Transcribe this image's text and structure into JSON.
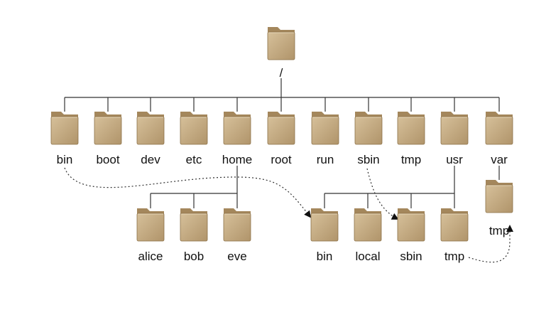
{
  "root": {
    "label": "/",
    "icon": "folder-icon"
  },
  "top_level": [
    "bin",
    "boot",
    "dev",
    "etc",
    "home",
    "root",
    "run",
    "sbin",
    "tmp",
    "usr",
    "var"
  ],
  "home_children": [
    "alice",
    "bob",
    "eve"
  ],
  "usr_children": [
    "bin",
    "local",
    "sbin",
    "tmp"
  ],
  "var_children": [
    "tmp"
  ],
  "links": [
    {
      "from": "bin",
      "to": "usr/bin"
    },
    {
      "from": "sbin",
      "to": "usr/sbin"
    },
    {
      "from": "usr/tmp",
      "to": "var/tmp"
    }
  ],
  "colors": {
    "folder_body": "#c9b08a",
    "folder_tab": "#a4875c",
    "folder_edge": "#8c7148",
    "line": "#333333"
  }
}
